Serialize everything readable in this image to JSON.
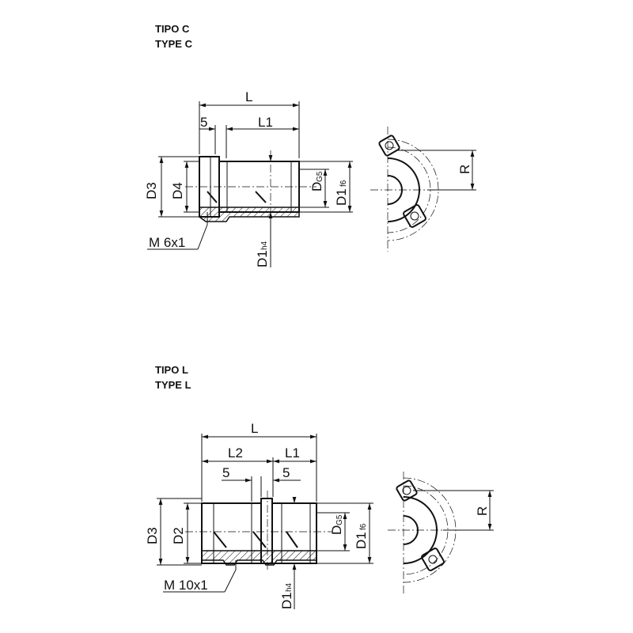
{
  "type_c": {
    "title_it": "TIPO C",
    "title_en": "TYPE C",
    "labels": {
      "L": "L",
      "five": "5",
      "L1": "L1",
      "D3": "D3",
      "D4": "D4",
      "D": "D",
      "D_sub": "G5",
      "D1": "D1",
      "D1_sub_f6": "f6",
      "D1_sub_h4": "h4",
      "R": "R",
      "thread": "M 6x1"
    }
  },
  "type_l": {
    "title_it": "TIPO L",
    "title_en": "TYPE L",
    "labels": {
      "L": "L",
      "L2": "L2",
      "L1": "L1",
      "five_left": "5",
      "five_right": "5",
      "D3": "D3",
      "D2": "D2",
      "D": "D",
      "D_sub": "G5",
      "D1": "D1",
      "D1_sub_f6": "f6",
      "D1_sub_h4": "h4",
      "R": "R",
      "thread": "M 10x1"
    }
  }
}
